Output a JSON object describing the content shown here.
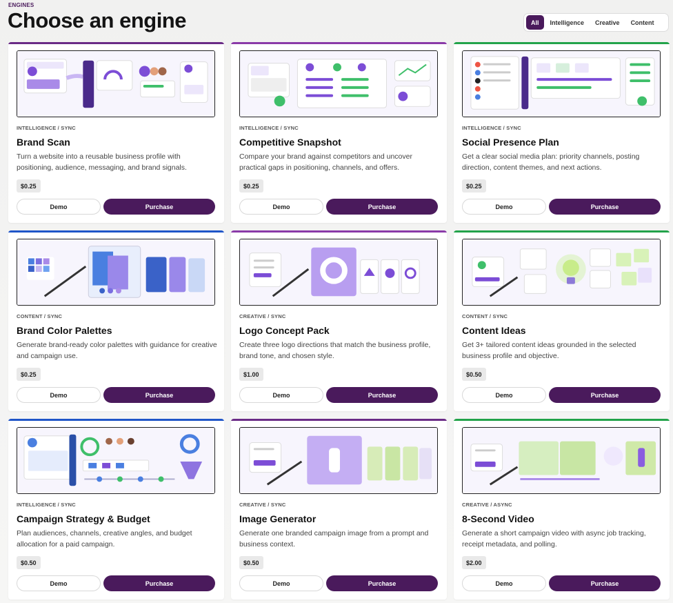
{
  "header": {
    "eyebrow": "ENGINES",
    "title": "Choose an engine"
  },
  "filters": [
    {
      "label": "All",
      "active": true
    },
    {
      "label": "Intelligence",
      "active": false
    },
    {
      "label": "Creative",
      "active": false
    },
    {
      "label": "Content",
      "active": false
    }
  ],
  "cards": [
    {
      "tag": "INTELLIGENCE / SYNC",
      "title": "Brand Scan",
      "desc": "Turn a website into a reusable business profile with positioning, audience, messaging, and brand signals.",
      "price": "$0.25",
      "demo": "Demo",
      "purchase": "Purchase",
      "accent": "#6a2b86",
      "icon": "brand-scan-illustration"
    },
    {
      "tag": "INTELLIGENCE / SYNC",
      "title": "Competitive Snapshot",
      "desc": "Compare your brand against competitors and uncover practical gaps in positioning, channels, and offers.",
      "price": "$0.25",
      "demo": "Demo",
      "purchase": "Purchase",
      "accent": "#8a3aa8",
      "icon": "competitive-snapshot-illustration"
    },
    {
      "tag": "INTELLIGENCE / SYNC",
      "title": "Social Presence Plan",
      "desc": "Get a clear social media plan: priority channels, posting direction, content themes, and next actions.",
      "price": "$0.25",
      "demo": "Demo",
      "purchase": "Purchase",
      "accent": "#22a34a",
      "icon": "social-presence-illustration"
    },
    {
      "tag": "CONTENT / SYNC",
      "title": "Brand Color Palettes",
      "desc": "Generate brand-ready color palettes with guidance for creative and campaign use.",
      "price": "$0.25",
      "demo": "Demo",
      "purchase": "Purchase",
      "accent": "#1f55c8",
      "icon": "color-palette-illustration"
    },
    {
      "tag": "CREATIVE / SYNC",
      "title": "Logo Concept Pack",
      "desc": "Create three logo directions that match the business profile, brand tone, and chosen style.",
      "price": "$1.00",
      "demo": "Demo",
      "purchase": "Purchase",
      "accent": "#8a3aa8",
      "icon": "logo-concept-illustration"
    },
    {
      "tag": "CONTENT / SYNC",
      "title": "Content Ideas",
      "desc": "Get 3+ tailored content ideas grounded in the selected business profile and objective.",
      "price": "$0.50",
      "demo": "Demo",
      "purchase": "Purchase",
      "accent": "#22a34a",
      "icon": "content-ideas-illustration"
    },
    {
      "tag": "INTELLIGENCE / SYNC",
      "title": "Campaign Strategy & Budget",
      "desc": "Plan audiences, channels, creative angles, and budget allocation for a paid campaign.",
      "price": "$0.50",
      "demo": "Demo",
      "purchase": "Purchase",
      "accent": "#1f55c8",
      "icon": "campaign-strategy-illustration"
    },
    {
      "tag": "CREATIVE / SYNC",
      "title": "Image Generator",
      "desc": "Generate one branded campaign image from a prompt and business context.",
      "price": "$0.50",
      "demo": "Demo",
      "purchase": "Purchase",
      "accent": "#6a2b86",
      "icon": "image-generator-illustration"
    },
    {
      "tag": "CREATIVE / ASYNC",
      "title": "8-Second Video",
      "desc": "Generate a short campaign video with async job tracking, receipt metadata, and polling.",
      "price": "$2.00",
      "demo": "Demo",
      "purchase": "Purchase",
      "accent": "#22a34a",
      "icon": "video-illustration"
    }
  ]
}
